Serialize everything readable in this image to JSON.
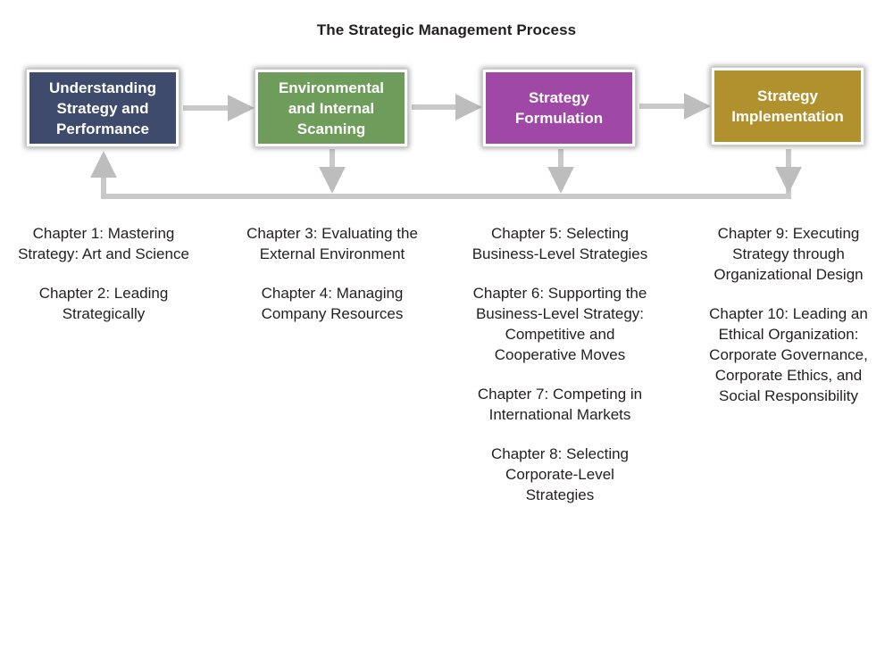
{
  "title": "The Strategic Management Process",
  "colors": {
    "box1": "#3f4b6c",
    "box2": "#6e9c5a",
    "box3": "#a048a6",
    "box4": "#b0912e",
    "connector": "#c9c9c9"
  },
  "stages": [
    {
      "label": "Understanding Strategy and Performance",
      "chapters": [
        "Chapter 1: Mastering Strategy: Art and Science",
        "Chapter 2: Leading Strategically"
      ]
    },
    {
      "label": "Environmental and Internal Scanning",
      "chapters": [
        "Chapter 3: Evaluating the External Environment",
        "Chapter 4: Managing Company Resources"
      ]
    },
    {
      "label": "Strategy Formulation",
      "chapters": [
        "Chapter 5: Selecting Business-Level Strategies",
        "Chapter 6: Supporting the Business-Level Strategy: Competitive and Cooperative Moves",
        "Chapter 7: Competing in International Markets",
        "Chapter 8: Selecting Corporate-Level Strategies"
      ]
    },
    {
      "label": "Strategy Implementation",
      "chapters": [
        "Chapter 9: Executing Strategy through Organizational Design",
        "Chapter 10: Leading an Ethical Organization: Corporate Governance, Corporate Ethics, and Social Responsibility"
      ]
    }
  ]
}
